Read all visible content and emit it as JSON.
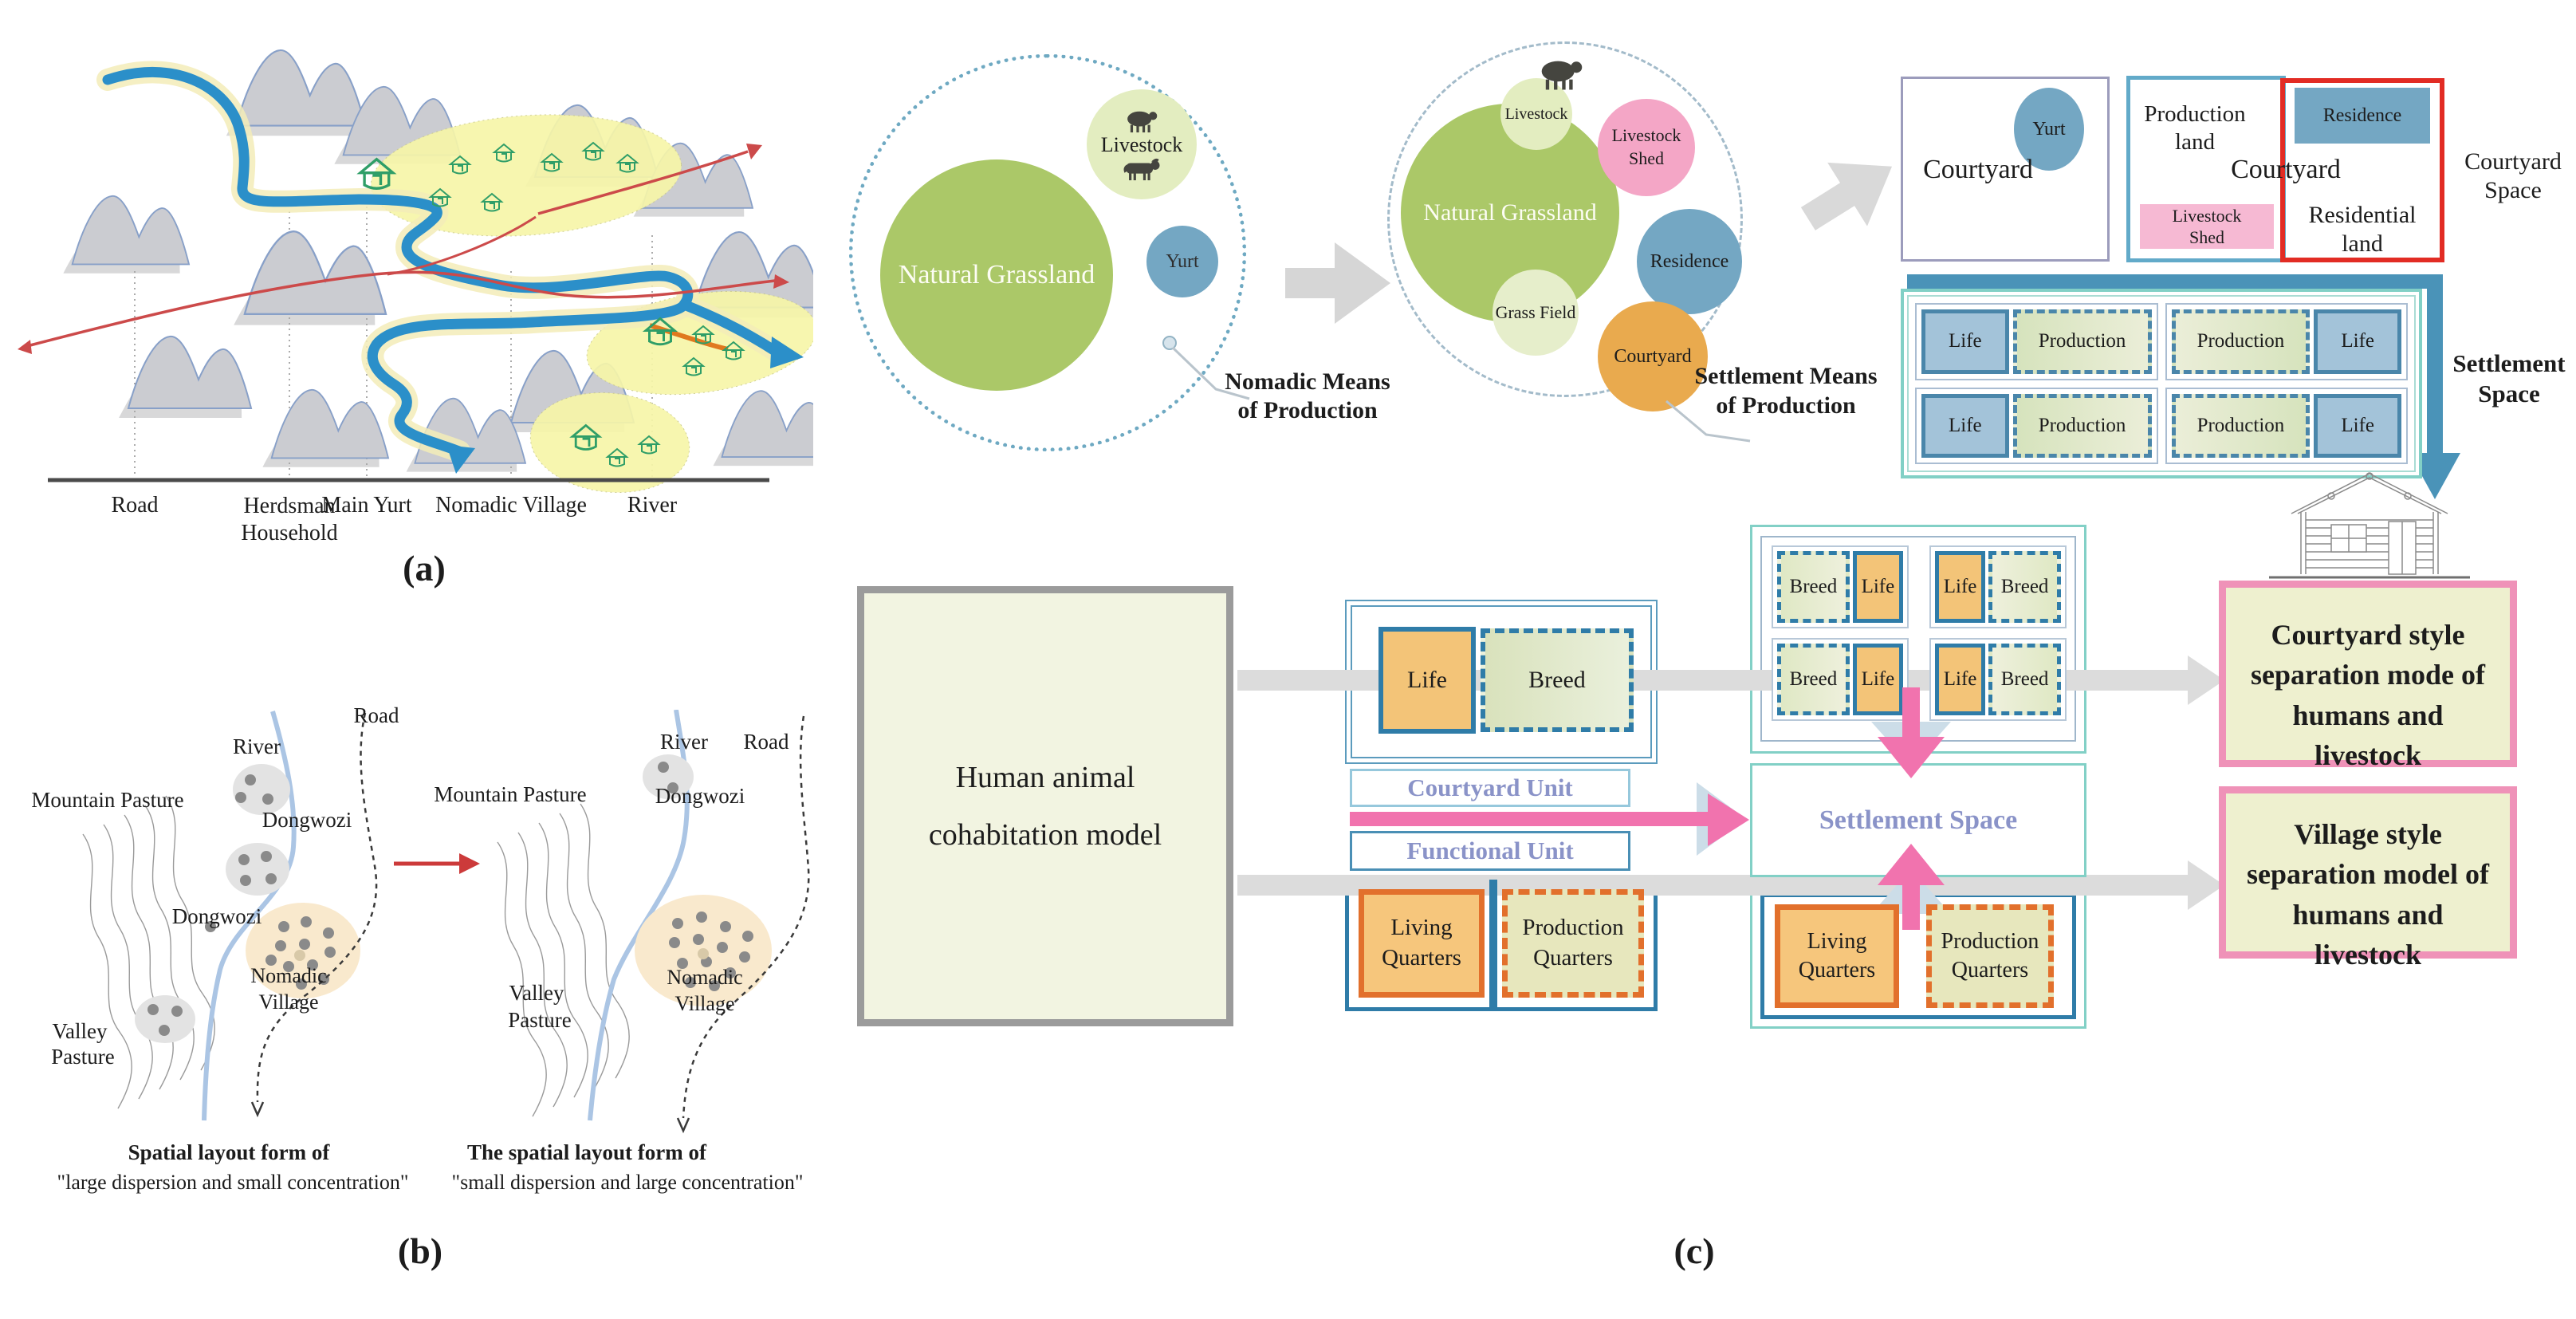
{
  "panel_a": {
    "caption": "(a)",
    "legend": [
      "Road",
      "Herdsman Household",
      "Main Yurt",
      "Nomadic Village",
      "River"
    ]
  },
  "panel_b": {
    "caption": "(b)",
    "left": {
      "mountain_pasture": "Mountain Pasture",
      "river": "River",
      "road": "Road",
      "dongwozi_upper": "Dongwozi",
      "dongwozi_lower": "Dongwozi",
      "village": "Nomadic Village",
      "valley": "Valley",
      "pasture": "Pasture",
      "caption_line1": "Spatial layout form of",
      "caption_line2": "\"large dispersion and small concentration\""
    },
    "right": {
      "mountain_pasture": "Mountain Pasture",
      "river": "River",
      "road": "Road",
      "dongwozi": "Dongwozi",
      "village": "Nomadic Village",
      "valley": "Valley",
      "pasture": "Pasture",
      "caption_line1": "The spatial layout form of",
      "caption_line2": "\"small dispersion and large concentration\""
    }
  },
  "panel_c": {
    "caption": "(c)",
    "nomadic": {
      "natural_grassland": "Natural Grassland",
      "livestock": "Livestock",
      "yurt": "Yurt",
      "label1": "Nomadic Means",
      "label2": "of Production"
    },
    "settlement": {
      "livestock": "Livestock",
      "livestock_shed": "Livestock Shed",
      "residence": "Residence",
      "natural_grassland": "Natural Grassland",
      "grass_field": "Grass Field",
      "courtyard": "Courtyard",
      "label1": "Settlement Means",
      "label2": "of Production"
    },
    "courtyard_space": {
      "courtyard1": "Courtyard",
      "yurt": "Yurt",
      "production_land": "Production land",
      "courtyard2": "Courtyard",
      "livestock_shed": "Livestock Shed",
      "residence": "Residence",
      "residential_land": "Residential land",
      "label1": "Courtyard",
      "label2": "Space"
    },
    "settlement_grid": {
      "label1": "Settlement",
      "label2": "Space",
      "cells": [
        {
          "a": "Life",
          "b": "Production"
        },
        {
          "a": "Production",
          "b": "Life"
        },
        {
          "a": "Life",
          "b": "Production"
        },
        {
          "a": "Production",
          "b": "Life"
        }
      ]
    },
    "flow": {
      "model_line1": "Human animal",
      "model_line2": "cohabitation model",
      "life": "Life",
      "breed": "Breed",
      "courtyard_unit": "Courtyard Unit",
      "functional_unit": "Functional Unit",
      "living_quarters": "Living Quarters",
      "production_quarters": "Production Quarters"
    },
    "middle": {
      "cells": [
        {
          "a": "Breed",
          "b": "Life"
        },
        {
          "a": "Life",
          "b": "Breed"
        },
        {
          "a": "Breed",
          "b": "Life"
        },
        {
          "a": "Life",
          "b": "Breed"
        }
      ],
      "settlement_space": "Settlement Space",
      "living_quarters": "Living Quarters",
      "production_quarters": "Production Quarters"
    },
    "results": {
      "courtyard_mode": "Courtyard style separation mode of humans and livestock",
      "village_mode": "Village style separation model of humans and livestock"
    }
  },
  "colors": {
    "grass_green": "#abc868",
    "pale_green": "#e3edc0",
    "yurt_blue": "#74a7c3",
    "shed_pink": "#f4a6c6",
    "courtyard_orange": "#e9aa4e",
    "teal": "#82d0c6",
    "steel_blue": "#4a93b8",
    "blue_border": "#2f7ca8",
    "pink": "#f173ae",
    "pink_border": "#ef92b8",
    "result_green": "#eef0cf",
    "lavender": "#8a93c8",
    "orange_cell": "#f3c478",
    "orange_border": "#e2702c"
  }
}
